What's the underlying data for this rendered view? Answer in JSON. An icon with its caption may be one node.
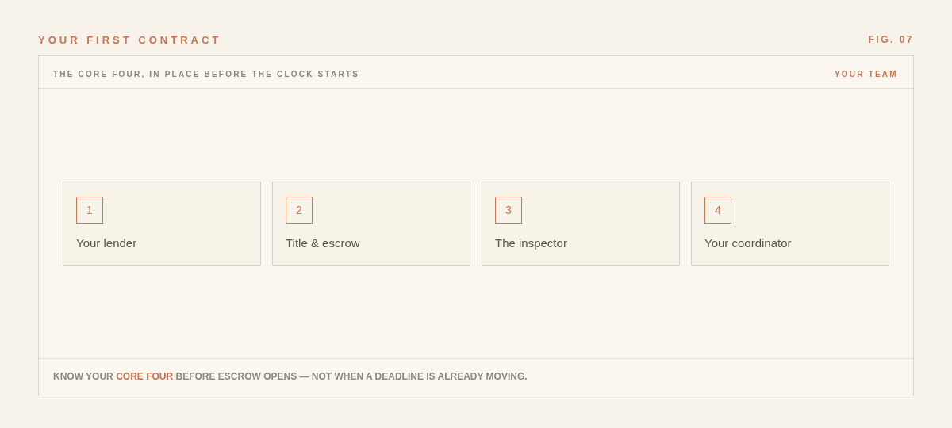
{
  "diagram": {
    "title": "YOUR FIRST CONTRACT",
    "nodes": [
      {
        "text": [
          "THE CORE FOUR, IN PLACE BEFORE THE CLOCK STARTS",
          "YOUR TEAM",
          "KNOW YOUR **CORE FOUR** BEFORE ESCROW OPENS — NOT WHEN A DEADLINE IS ALREADY MOVING."
        ]
      },
      {
        "text": [
          "Your lender"
        ],
        "in": 0
      },
      {
        "text": [
          "1"
        ],
        "in": 1
      },
      {
        "text": [
          "Title & escrow"
        ],
        "in": 0
      },
      {
        "text": [
          "2"
        ],
        "in": 3
      },
      {
        "text": [
          "The inspector"
        ],
        "in": 0
      },
      {
        "text": [
          "3"
        ],
        "in": 5
      },
      {
        "text": [
          "Your coordinator"
        ],
        "in": 0
      },
      {
        "text": [
          "4"
        ],
        "in": 7
      }
    ],
    "labels": [
      "FIG. 07"
    ]
  }
}
